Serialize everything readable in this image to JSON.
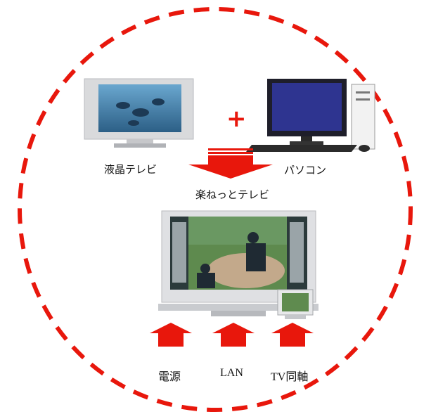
{
  "diagram": {
    "plus": "+",
    "labels": {
      "lcd_tv": "液晶テレビ",
      "pc": "パソコン",
      "product": "楽ねっとテレビ"
    },
    "inputs": [
      {
        "label": "電源"
      },
      {
        "label": "LAN"
      },
      {
        "label": "TV同軸"
      }
    ],
    "colors": {
      "accent": "#e8170c",
      "circle": "#e8170c"
    },
    "icons": [
      "lcd-tv-image",
      "desktop-pc-image",
      "rakunet-tv-image",
      "down-arrow",
      "up-arrow"
    ]
  }
}
